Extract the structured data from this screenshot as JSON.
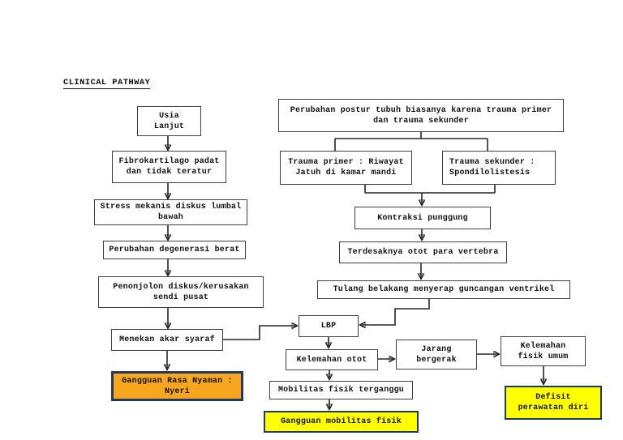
{
  "title": "CLINICAL PATHWAY",
  "colors": {
    "background": "#ffffff",
    "box_border": "#3f3f3f",
    "line": "#262626",
    "highlight_orange_fill": "#f6a71d",
    "highlight_yellow_fill": "#ffff00",
    "highlight_border_navy": "#1f3864",
    "text": "#111111"
  },
  "nodes": {
    "usia_lanjut": "Usia\nLanjut",
    "fibrokartilago": "Fibrokartilago padat\ndan tidak teratur",
    "stress_mekanis": "Stress mekanis diskus lumbal\nbawah",
    "perubahan_degenerasi": "Perubahan degenerasi berat",
    "penonjolon_diskus": "Penonjolon diskus/kerusakan\nsendi pusat",
    "menekan_akar_syaraf": "Menekan akar syaraf",
    "gangguan_rasa_nyaman": "Gangguan Rasa Nyaman :\nNyeri",
    "perubahan_postur": "Perubahan postur tubuh biasanya karena trauma primer\ndan trauma sekunder",
    "trauma_primer": "Trauma primer : Riwayat\nJatuh di kamar mandi",
    "trauma_sekunder": "Trauma sekunder :\nSpondilolistesis",
    "kontraksi_punggung": "Kontraksi punggung",
    "terdesaknya_otot": "Terdesaknya otot para vertebra",
    "tulang_belakang": "Tulang belakang menyerap guncangan ventrikel",
    "lbp": "LBP",
    "kelemahan_otot": "Kelemahan otot",
    "jarang_bergerak": "Jarang\nbergerak",
    "kelemahan_fisik_umum": "Kelemahan\nfisik umum",
    "mobilitas_fisik": "Mobilitas fisik terganggu",
    "gangguan_mobilitas": "Gangguan mobilitas fisik",
    "defisit_perawatan": "Defisit\nperawatan diri"
  },
  "edges": [
    {
      "from": "usia_lanjut",
      "to": "fibrokartilago",
      "arrow": true
    },
    {
      "from": "fibrokartilago",
      "to": "stress_mekanis",
      "arrow": true
    },
    {
      "from": "stress_mekanis",
      "to": "perubahan_degenerasi",
      "arrow": true
    },
    {
      "from": "perubahan_degenerasi",
      "to": "penonjolon_diskus",
      "arrow": true
    },
    {
      "from": "penonjolon_diskus",
      "to": "menekan_akar_syaraf",
      "arrow": true
    },
    {
      "from": "menekan_akar_syaraf",
      "to": "gangguan_rasa_nyaman",
      "arrow": true
    },
    {
      "from": "menekan_akar_syaraf",
      "to": "lbp",
      "arrow": true
    },
    {
      "from": "perubahan_postur",
      "to": "trauma_primer",
      "arrow": false
    },
    {
      "from": "perubahan_postur",
      "to": "trauma_sekunder",
      "arrow": false
    },
    {
      "from": "trauma_primer",
      "to": "kontraksi_punggung",
      "arrow": true
    },
    {
      "from": "trauma_sekunder",
      "to": "kontraksi_punggung",
      "arrow": true
    },
    {
      "from": "kontraksi_punggung",
      "to": "terdesaknya_otot",
      "arrow": true
    },
    {
      "from": "terdesaknya_otot",
      "to": "tulang_belakang",
      "arrow": true
    },
    {
      "from": "tulang_belakang",
      "to": "lbp",
      "arrow": true
    },
    {
      "from": "lbp",
      "to": "kelemahan_otot",
      "arrow": true
    },
    {
      "from": "kelemahan_otot",
      "to": "jarang_bergerak",
      "arrow": true
    },
    {
      "from": "kelemahan_otot",
      "to": "mobilitas_fisik",
      "arrow": true
    },
    {
      "from": "jarang_bergerak",
      "to": "kelemahan_fisik_umum",
      "arrow": true
    },
    {
      "from": "kelemahan_fisik_umum",
      "to": "defisit_perawatan",
      "arrow": true
    },
    {
      "from": "mobilitas_fisik",
      "to": "gangguan_mobilitas",
      "arrow": true
    }
  ]
}
